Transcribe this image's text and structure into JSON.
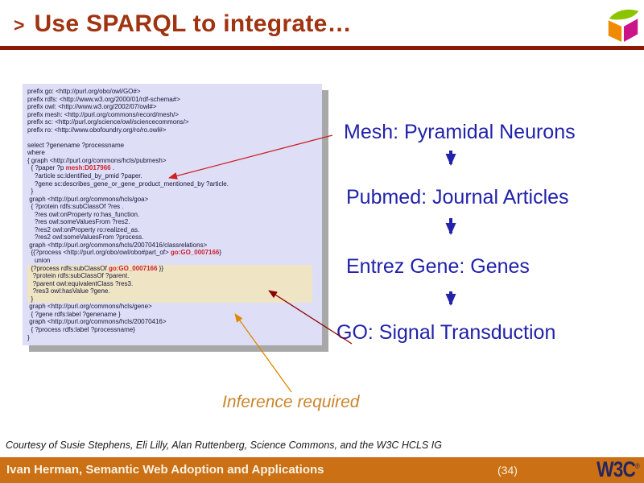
{
  "title": {
    "bullet": ">",
    "text": "Use SPARQL to integrate…"
  },
  "code": {
    "lines": [
      {
        "segments": [
          {
            "text": "prefix go: <http://purl.org/obo/owl/GO#>"
          }
        ]
      },
      {
        "segments": [
          {
            "text": "prefix rdfs: <http://www.w3.org/2000/01/rdf-schema#>"
          }
        ]
      },
      {
        "segments": [
          {
            "text": "prefix owl: <http://www.w3.org/2002/07/owl#>"
          }
        ]
      },
      {
        "segments": [
          {
            "text": "prefix mesh: <http://purl.org/commons/record/mesh/>"
          }
        ]
      },
      {
        "segments": [
          {
            "text": "prefix sc: <http://purl.org/science/owl/sciencecommons/>"
          }
        ]
      },
      {
        "segments": [
          {
            "text": "prefix ro: <http://www.obofoundry.org/ro/ro.owl#>"
          }
        ]
      },
      {
        "segments": [
          {
            "text": ""
          }
        ]
      },
      {
        "segments": [
          {
            "text": "select ?genename ?processname"
          }
        ]
      },
      {
        "segments": [
          {
            "text": "where"
          }
        ]
      },
      {
        "segments": [
          {
            "text": "{ graph <http://purl.org/commons/hcls/pubmesh>"
          }
        ]
      },
      {
        "segments": [
          {
            "text": "  { ?paper ?p "
          },
          {
            "text": "mesh:D017966",
            "accent": true
          },
          {
            "text": " ."
          }
        ]
      },
      {
        "segments": [
          {
            "text": "    ?article sc:identified_by_pmid ?paper."
          }
        ]
      },
      {
        "segments": [
          {
            "text": "    ?gene sc:describes_gene_or_gene_product_mentioned_by ?article."
          }
        ]
      },
      {
        "segments": [
          {
            "text": "  }"
          }
        ]
      },
      {
        "segments": [
          {
            "text": " graph <http://purl.org/commons/hcls/goa>"
          }
        ]
      },
      {
        "segments": [
          {
            "text": "  { ?protein rdfs:subClassOf ?res ."
          }
        ]
      },
      {
        "segments": [
          {
            "text": "    ?res owl:onProperty ro:has_function."
          }
        ]
      },
      {
        "segments": [
          {
            "text": "    ?res owl:someValuesFrom ?res2."
          }
        ]
      },
      {
        "segments": [
          {
            "text": "    ?res2 owl:onProperty ro:realized_as."
          }
        ]
      },
      {
        "segments": [
          {
            "text": "    ?res2 owl:someValuesFrom ?process."
          }
        ]
      },
      {
        "segments": [
          {
            "text": " graph <http://purl.org/commons/hcls/20070416/classrelations>"
          }
        ]
      },
      {
        "segments": [
          {
            "text": "  {{?process <http://purl.org/obo/owl/obo#part_of> "
          },
          {
            "text": "go:GO_0007166",
            "accent": true
          },
          {
            "text": "}"
          }
        ]
      },
      {
        "segments": [
          {
            "text": "    union"
          }
        ]
      },
      {
        "highlight": true,
        "segments": [
          {
            "text": "  {?process rdfs:subClassOf "
          },
          {
            "text": "go:GO_0007166",
            "accent": true
          },
          {
            "text": " }}"
          }
        ]
      },
      {
        "highlight": true,
        "segments": [
          {
            "text": "   ?protein rdfs:subClassOf ?parent."
          }
        ]
      },
      {
        "highlight": true,
        "segments": [
          {
            "text": "   ?parent owl:equivalentClass ?res3."
          }
        ]
      },
      {
        "highlight": true,
        "segments": [
          {
            "text": "   ?res3 owl:hasValue ?gene."
          }
        ]
      },
      {
        "highlight": true,
        "segments": [
          {
            "text": "  }"
          }
        ]
      },
      {
        "segments": [
          {
            "text": " graph <http://purl.org/commons/hcls/gene>"
          }
        ]
      },
      {
        "segments": [
          {
            "text": "  { ?gene rdfs:label ?genename }"
          }
        ]
      },
      {
        "segments": [
          {
            "text": " graph <http://purl.org/commons/hcls/20070416>"
          }
        ]
      },
      {
        "segments": [
          {
            "text": "  { ?process rdfs:label ?processname}"
          }
        ]
      },
      {
        "segments": [
          {
            "text": "}"
          }
        ]
      }
    ]
  },
  "flow": {
    "labels": [
      "Mesh: Pyramidal Neurons",
      "Pubmed: Journal Articles",
      "Entrez Gene: Genes",
      "GO: Signal Transduction"
    ]
  },
  "notes": {
    "inference": "Inference required"
  },
  "footer": {
    "courtesy": "Courtesy of Susie Stephens, Eli Lilly, Alan Ruttenberg, Science Commons, and the W3C HCLS IG",
    "author_line": "Ivan Herman, Semantic Web Adoption and Applications",
    "page_number": "(34)",
    "logo_text": "W3C",
    "logo_reg": "®"
  },
  "colors": {
    "title": "#A03310",
    "title_rule": "#8B1A00",
    "code_background": "#DEDEF6",
    "code_highlight": "#EFE4C4",
    "code_accent": "#CC2233",
    "flow_label": "#2222AA",
    "arrow_red": "#CC2222",
    "arrow_dark_red": "#8B0000",
    "arrow_orange": "#DD8800",
    "inference_text": "#C8862C",
    "footer_bar": "#CB7014",
    "footer_text": "#F8F2E4",
    "w3c_logo": "#26265E"
  }
}
